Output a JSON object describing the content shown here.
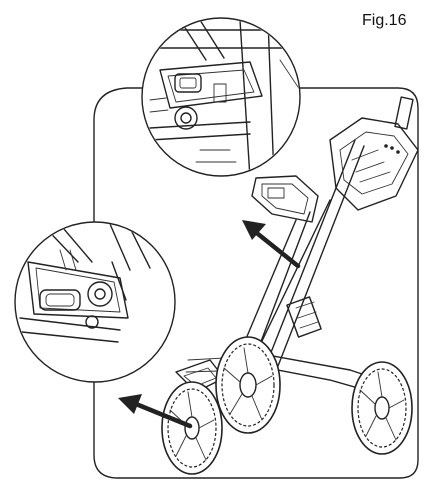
{
  "figure": {
    "label": "Fig.16"
  },
  "icons": {
    "arrow_upper": "direction-arrow-up-left",
    "arrow_lower": "direction-arrow-left"
  },
  "colors": {
    "line": "#222222",
    "background": "#ffffff"
  }
}
